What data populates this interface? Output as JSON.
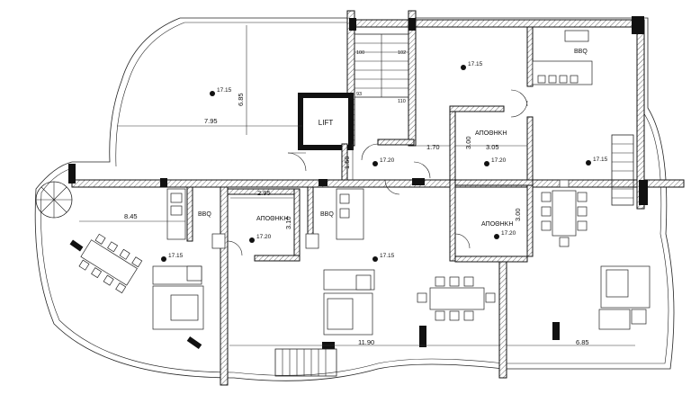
{
  "rooms": {
    "lift": "LIFT",
    "storage_label": "ΑΠΟΘΗΚΗ",
    "bbq_label": "BBQ"
  },
  "dimensions": {
    "d_6_85_vertical": "6.85",
    "d_7_95": "7.95",
    "d_1_50": "1.50",
    "d_1_70": "1.70",
    "d_3_00_upper": "3.00",
    "d_3_05": "3.05",
    "d_2_95": "2.95",
    "d_3_10": "3.10",
    "d_8_45": "8.45",
    "d_3_00_lower": "3.00",
    "d_11_90": "11.90",
    "d_6_85_bottom": "6.85"
  },
  "levels": {
    "l1": "17.15",
    "l2": "17.15",
    "l3": "17.20",
    "l4": "17.20",
    "l5": "17.15",
    "l6": "17.20",
    "l7": "17.15",
    "l8": "17.15",
    "l9": "17.20"
  },
  "stair_marks": {
    "s100": "100",
    "s102": "102",
    "s93": "93",
    "s110": "110"
  }
}
